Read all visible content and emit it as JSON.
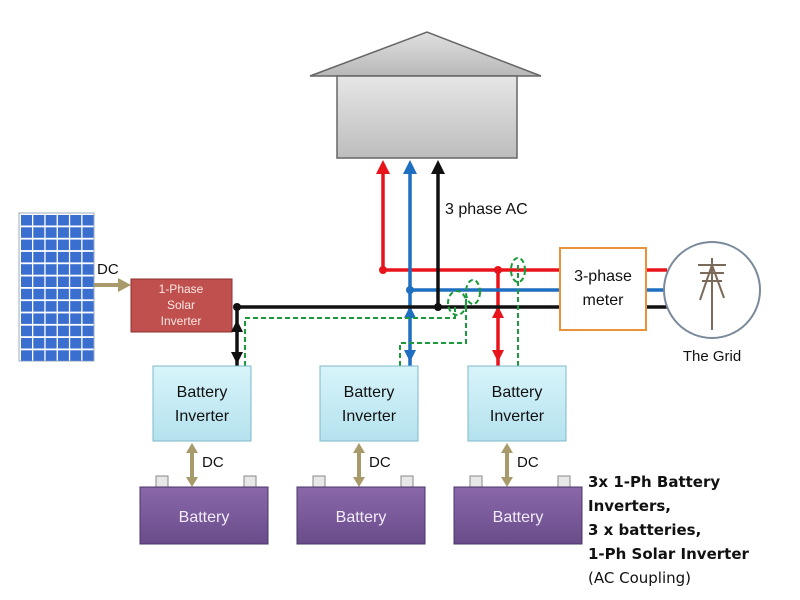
{
  "labels": {
    "dc_panel": "DC",
    "solar_inverter_line1": "1-Phase",
    "solar_inverter_line2": "Solar",
    "solar_inverter_line3": "Inverter",
    "ac_label": "3 phase AC",
    "meter_line1": "3-phase",
    "meter_line2": "meter",
    "grid": "The Grid",
    "battery_inverter_line1": "Battery",
    "battery_inverter_line2": "Inverter",
    "dc_battery": "DC",
    "battery": "Battery"
  },
  "note": {
    "line1": "3x 1-Ph Battery Inverters,",
    "line2": "3 x batteries,",
    "line3": "1-Ph Solar Inverter",
    "line4": "(AC Coupling)"
  },
  "colors": {
    "phase_red": "#e8141c",
    "phase_blue": "#1f6fc0",
    "neutral_black": "#111111",
    "dashed_green": "#1a9a3a",
    "solar_inverter_fill": "#c0504d",
    "battery_inverter_fill": "#c5ecf5",
    "battery_fill": "#7b5a9c",
    "meter_border": "#e8933a",
    "dc_arrow": "#a89a6a",
    "house_fill": "#d2d2d2",
    "panel_blue": "#3a6fd0"
  }
}
